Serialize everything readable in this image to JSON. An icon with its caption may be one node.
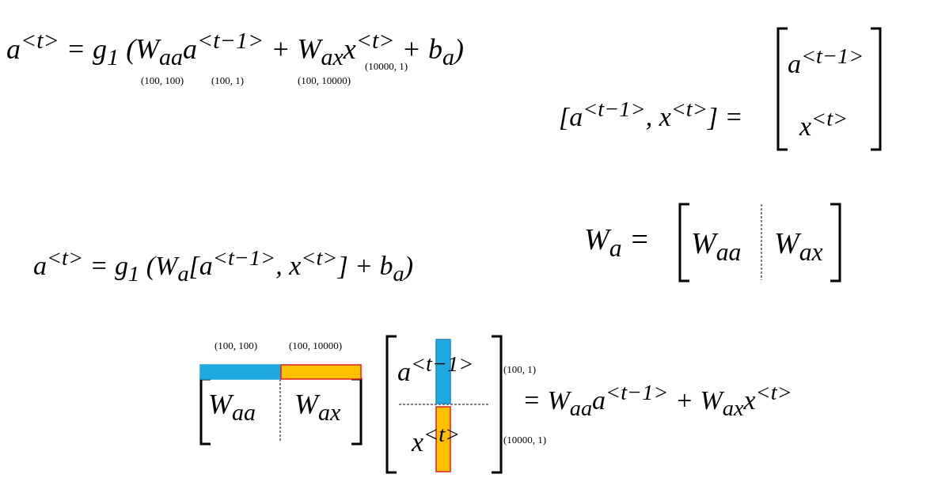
{
  "diagram": {
    "nodes": [
      {
        "text": [],
        "shape": "bar"
      },
      {
        "text": [],
        "shape": "bar"
      },
      {
        "text": [],
        "shape": "bar"
      },
      {
        "text": [],
        "shape": "bar"
      }
    ],
    "labels": [
      "a$^{<t>}$ = g$_{1}$ (W$_{aa}$a$^{<t−1>}$ + W$_{ax}$x$^{<t>}$ + b$_{a}$)",
      "(100, 100)",
      "(100, 1)",
      "(100, 10000)",
      "(10000, 1)",
      "[a$^{<t−1>}$, x$^{<t>}$] =",
      "a$^{<t−1>}$",
      "x$^{<t>}$",
      "a$^{<t>}$ = g$_{1}$ (W$_{a}$[a$^{<t−1>}$, x$^{<t>}$] + b$_{a}$)",
      "W$_{a}$ =",
      "W$_{aa}$",
      "W$_{ax}$",
      "(100, 100)",
      "(100, 10000)",
      "W$_{aa}$",
      "W$_{ax}$",
      "a$^{<t−1>}$",
      "(100, 1)",
      "x$^{<t>}$",
      "(10000, 1)",
      "= W$_{aa}$a$^{<t−1>}$ + W$_{ax}$x$^{<t>}$"
    ]
  }
}
